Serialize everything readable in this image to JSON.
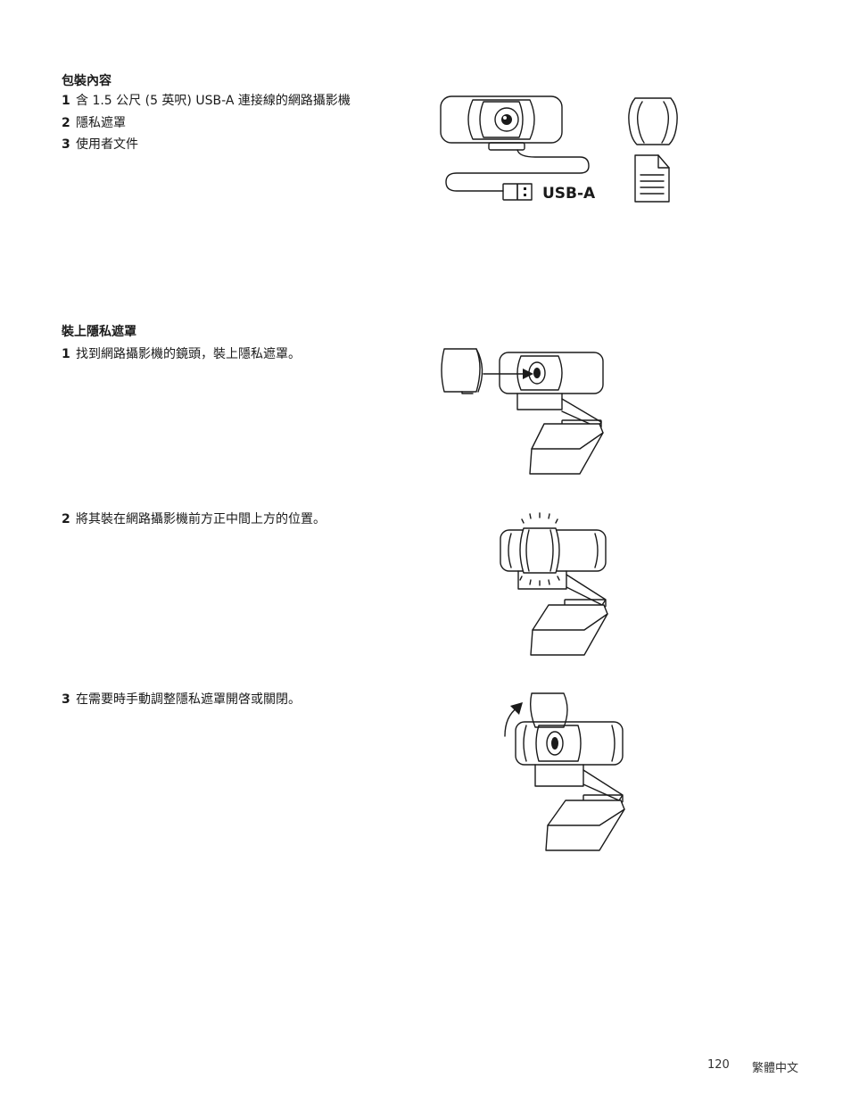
{
  "package_section": {
    "title": "包裝內容",
    "items": [
      {
        "num": "1",
        "text": "含 1.5 公尺 (5 英呎) USB-A 連接線的網路攝影機"
      },
      {
        "num": "2",
        "text": "隱私遮罩"
      },
      {
        "num": "3",
        "text": "使用者文件"
      }
    ],
    "usb_label": "USB-A"
  },
  "install_section": {
    "title": "裝上隱私遮罩",
    "steps": [
      {
        "num": "1",
        "text": "找到網路攝影機的鏡頭，裝上隱私遮罩。"
      },
      {
        "num": "2",
        "text": "將其裝在網路攝影機前方正中間上方的位置。"
      },
      {
        "num": "3",
        "text": "在需要時手動調整隱私遮罩開啓或關閉。"
      }
    ]
  },
  "footer": {
    "page_number": "120",
    "language": "繁體中文"
  }
}
